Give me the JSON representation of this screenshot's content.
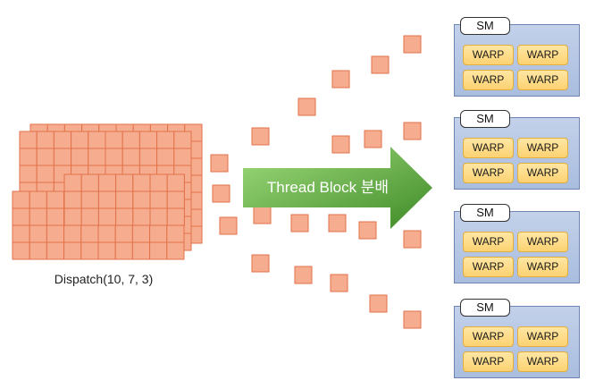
{
  "grid_caption": "Dispatch(10, 7, 3)",
  "arrow_label": "Thread Block 분배",
  "colors": {
    "cell_fill": "#f6ad8f",
    "cell_stroke": "#e2714a",
    "arrow_start": "#9fdb7c",
    "arrow_end": "#3f8a27"
  },
  "sm_units": [
    {
      "label": "SM",
      "warps": [
        "WARP",
        "WARP",
        "WARP",
        "WARP"
      ]
    },
    {
      "label": "SM",
      "warps": [
        "WARP",
        "WARP",
        "WARP",
        "WARP"
      ]
    },
    {
      "label": "SM",
      "warps": [
        "WARP",
        "WARP",
        "WARP",
        "WARP"
      ]
    },
    {
      "label": "SM",
      "warps": [
        "WARP",
        "WARP",
        "WARP",
        "WARP"
      ]
    }
  ]
}
